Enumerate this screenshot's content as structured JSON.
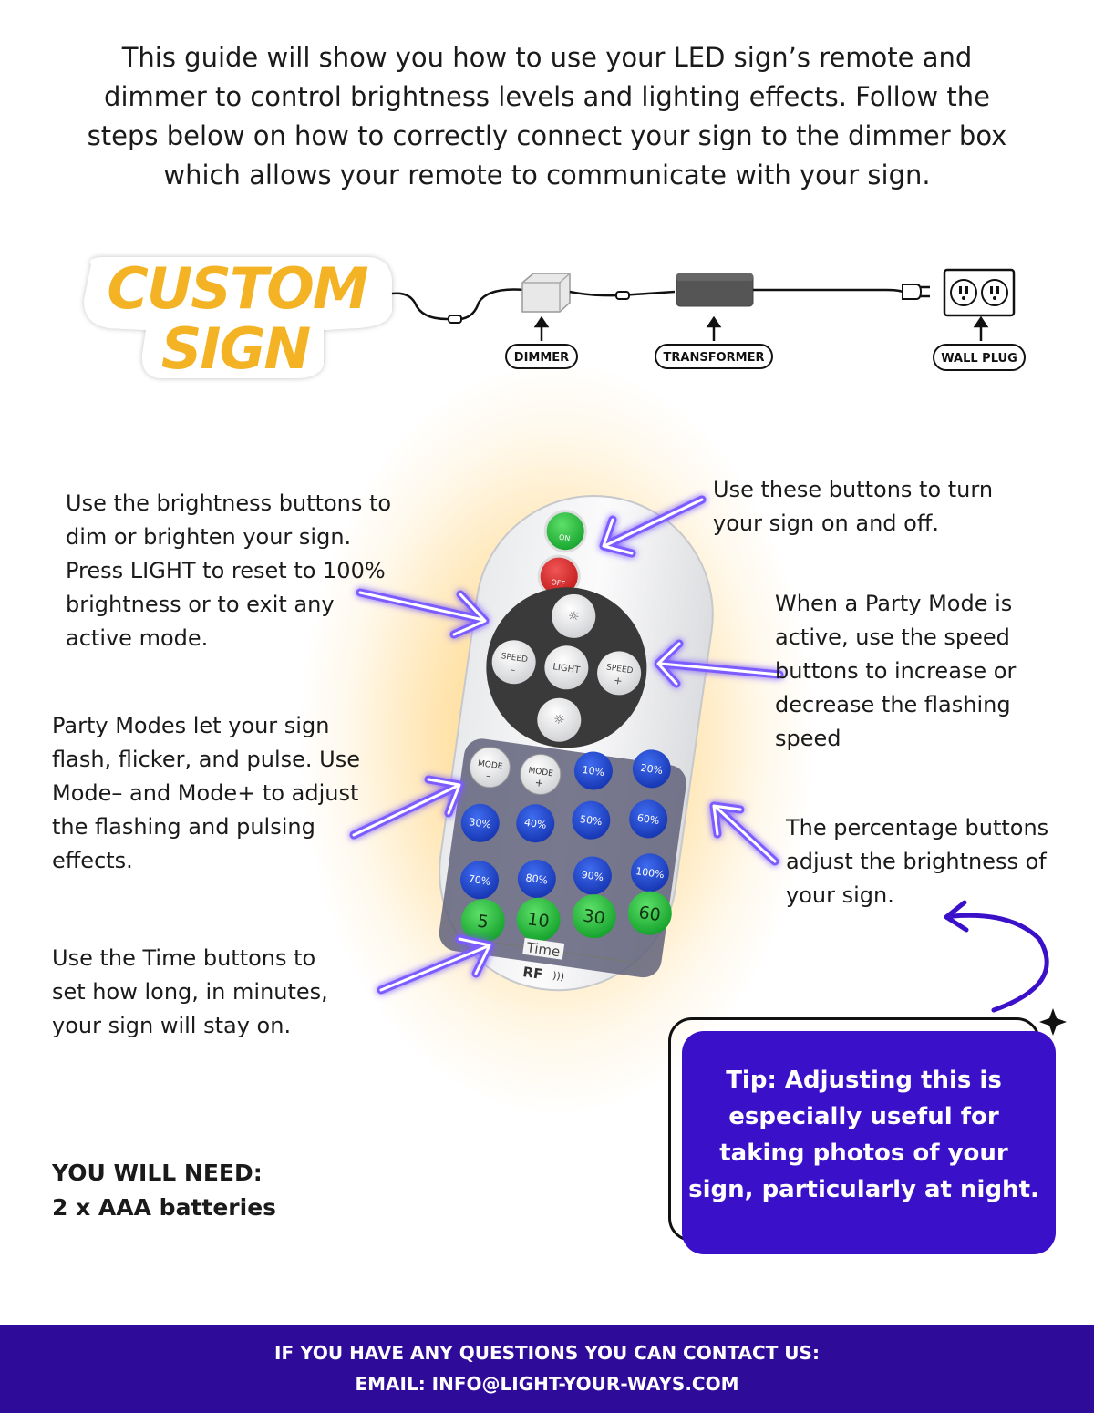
{
  "intro": "This guide will show you how to use your LED sign’s remote and dimmer to control brightness levels and lighting effects. Follow the steps below on how to correctly connect your sign to the dimmer box which allows your remote to communicate with your sign.",
  "diagram": {
    "sign_line1": "CUSTOM",
    "sign_line2": "SIGN",
    "dimmer_label": "DIMMER",
    "transformer_label": "TRANSFORMER",
    "wall_plug_label": "WALL PLUG"
  },
  "notes": {
    "brightness": "Use the brightness buttons to dim or brighten your sign. Press LIGHT to reset to 100% brightness or to exit any active mode.",
    "power": "Use these buttons to turn your sign on and off.",
    "speed": "When a Party Mode is active, use the speed buttons to increase or decrease the flashing speed",
    "party": "Party Modes let your sign flash, flicker, and pulse. Use Mode– and Mode+ to adjust the flashing and pulsing effects.",
    "percent": "The percentage buttons adjust the brightness of your sign.",
    "time": "Use the Time buttons to set how long, in minutes, your sign will stay on."
  },
  "remote": {
    "on": "ON",
    "off": "OFF",
    "light": "LIGHT",
    "speed_minus": "SPEED",
    "speed_plus": "SPEED",
    "mode_minus": "MODE",
    "mode_plus": "MODE",
    "percent_buttons": [
      "10%",
      "20%",
      "30%",
      "40%",
      "50%",
      "60%",
      "70%",
      "80%",
      "90%",
      "100%"
    ],
    "time_buttons": [
      "5",
      "10",
      "30",
      "60"
    ],
    "time_label": "Time",
    "rf_label": "RF"
  },
  "need": {
    "heading": "YOU WILL NEED:",
    "item": "2 x AAA batteries"
  },
  "tip": "Tip: Adjusting this is especially useful for taking photos of your sign, particularly at night.",
  "footer": {
    "line1": "IF YOU HAVE ANY QUESTIONS YOU CAN CONTACT US:",
    "line2": "EMAIL: INFO@LIGHT-YOUR-WAYS.COM"
  },
  "colors": {
    "sign_yellow": "#f4b324",
    "neon_purple": "#7b5cff",
    "tip_bg": "#3a10c9",
    "footer_bg": "#2f0b99",
    "percent_blue": "#1e40c8",
    "time_green": "#22c23a"
  }
}
